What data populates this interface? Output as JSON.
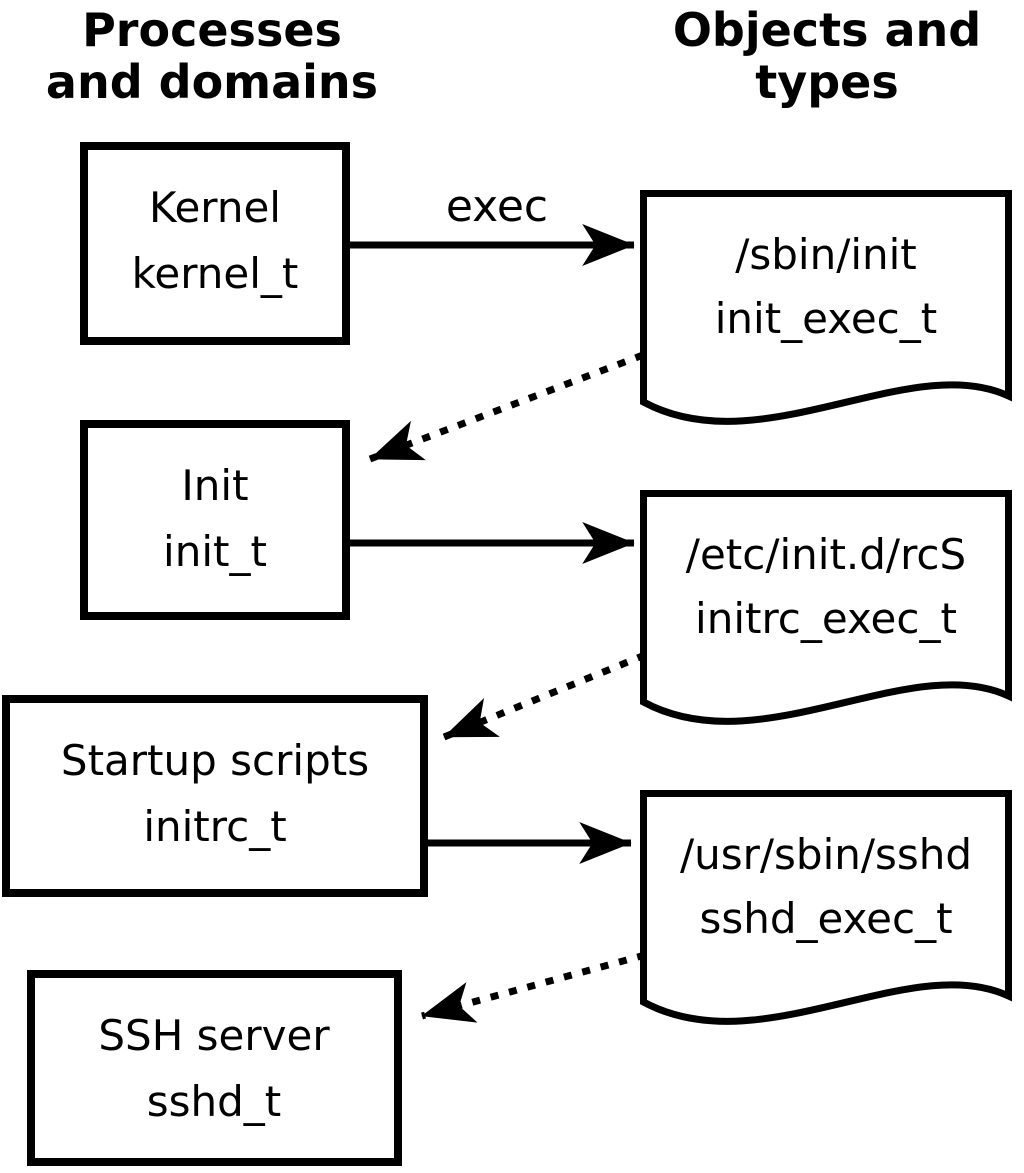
{
  "columns": {
    "left_header_line1": "Processes",
    "left_header_line2": "and domains",
    "right_header_line1": "Objects and",
    "right_header_line2": "types"
  },
  "processes": [
    {
      "name": "Kernel",
      "type": "kernel_t"
    },
    {
      "name": "Init",
      "type": "init_t"
    },
    {
      "name": "Startup scripts",
      "type": "initrc_t"
    },
    {
      "name": "SSH server",
      "type": "sshd_t"
    }
  ],
  "objects": [
    {
      "path": "/sbin/init",
      "type": "init_exec_t"
    },
    {
      "path": "/etc/init.d/rcS",
      "type": "initrc_exec_t"
    },
    {
      "path": "/usr/sbin/sshd",
      "type": "sshd_exec_t"
    }
  ],
  "labels": {
    "exec_arrow": "exec"
  },
  "colors": {
    "ink": "#000000",
    "background": "#ffffff"
  }
}
